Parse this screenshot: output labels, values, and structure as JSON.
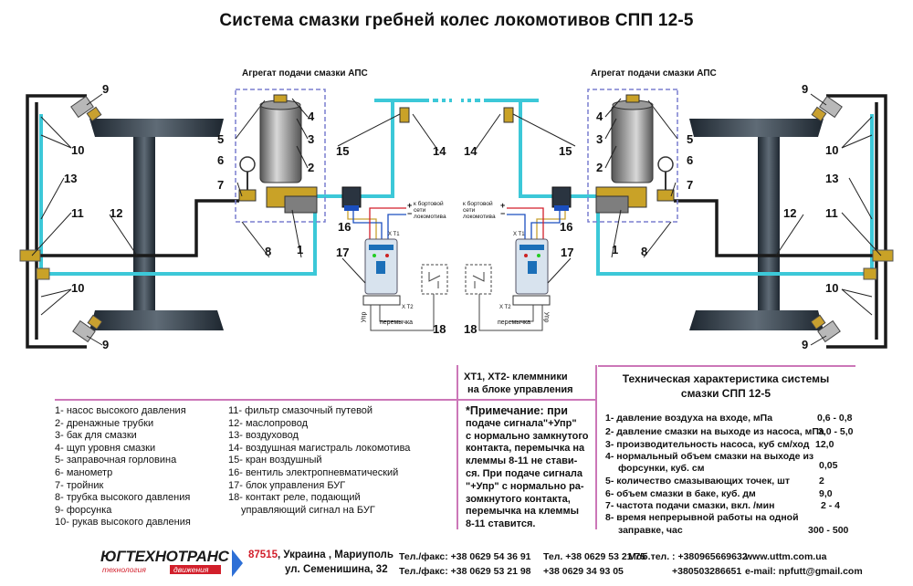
{
  "title": "Система смазки гребней колес локомотивов СПП 12-5",
  "aps_label_left": "Агрегат подачи смазки АПС",
  "aps_label_right": "Агрегат подачи смазки АПС",
  "board_label_left": "к бортовой сети локомотива",
  "board_label_right": "к бортовой сети локомотива",
  "plus": "+",
  "minus": "−",
  "xt1": "X T1",
  "xt2": "X T2",
  "jumper": "перемычка",
  "upr": "Упр",
  "callouts_left": {
    "n1": "1",
    "n2": "2",
    "n3": "3",
    "n4": "4",
    "n5": "5",
    "n6": "6",
    "n7": "7",
    "n8": "8",
    "n9a": "9",
    "n9b": "9",
    "n10a": "10",
    "n10b": "10",
    "n11": "11",
    "n12": "12",
    "n13": "13",
    "n14": "14",
    "n15": "15",
    "n16": "16",
    "n17": "17",
    "n18": "18"
  },
  "callouts_right": {
    "n1": "1",
    "n2": "2",
    "n3": "3",
    "n4": "4",
    "n5": "5",
    "n6": "6",
    "n7": "7",
    "n8": "8",
    "n9a": "9",
    "n9b": "9",
    "n10a": "10",
    "n10b": "10",
    "n11": "11",
    "n12": "12",
    "n13": "13",
    "n14": "14",
    "n15": "15",
    "n16": "16",
    "n17": "17",
    "n18": "18"
  },
  "legend_col1": [
    "1- насос высокого давления",
    "2- дренажные трубки",
    "3- бак для смазки",
    "4- щуп уровня смазки",
    "5- заправочная горловина",
    "6- манометр",
    "7- тройник",
    "8- трубка высокого давления",
    "9- форсунка",
    "10- рукав высокого давления"
  ],
  "legend_col2": [
    "11- фильтр смазочный путевой",
    "12- маслопровод",
    "13- воздуховод",
    "14- воздушная магистраль локомотива",
    "15- кран воздушный",
    "16- вентиль электропневматический",
    "17- блок управления БУГ",
    "18- контакт реле, подающий",
    "управляющий сигнал на БУГ"
  ],
  "xt_note": [
    "ХТ1, ХТ2- клеммники",
    "на блоке управления"
  ],
  "note_lines": [
    "*Примечание: при",
    "подаче сигнала\"+Упр\"",
    "с нормально замкнутого",
    "контакта, перемычка на",
    "клеммы 8-11 не стави-",
    "ся. При подаче сигнала",
    "\"+Упр\" с нормально ра-",
    "зомкнутого контакта,",
    "перемычка на клеммы",
    "8-11 ставится."
  ],
  "spec_title": [
    "Техническая характеристика системы",
    "смазки СПП 12-5"
  ],
  "specs": [
    {
      "label": "1- давление воздуха на входе, мПа",
      "value": "0,6 - 0,8"
    },
    {
      "label": "2- давление смазки на выходе из насоса, мПа",
      "value": "3,0 - 5,0"
    },
    {
      "label": "3- производительность насоса, куб см/ход",
      "value": "12,0"
    },
    {
      "label": "4- нормальный объем смазки на выходе из",
      "value": ""
    },
    {
      "label": "форсунки, куб. см",
      "value": "0,05"
    },
    {
      "label": "5- количество смазывающих точек, шт",
      "value": "2"
    },
    {
      "label": "6- объем смазки в баке, куб. дм",
      "value": "9,0"
    },
    {
      "label": "7- частота подачи смазки, вкл. /мин",
      "value": "2 - 4"
    },
    {
      "label": "8- время непрерывной работы на одной",
      "value": ""
    },
    {
      "label": "заправке, час",
      "value": "300 - 500"
    }
  ],
  "footer": {
    "logo": "ЮГТЕХНОТРАНС",
    "logo_sub1": "технология",
    "logo_sub2": "движения",
    "zip": "87515",
    "addr1": ", Украина , Мариуполь",
    "addr2": "ул. Семенишина, 32",
    "tel1": "Тел./факс: +38 0629 54 36 91",
    "tel2": "Тел./факс: +38 0629 53 21 98",
    "tel3": "Тел.   +38 0629 53 21 75",
    "tel4": "+38 0629 34 93 05",
    "mob1": "Моб.тел. : +380965669632",
    "mob2": "+380503286651",
    "web": "www.uttm.com.ua",
    "email": "e-mail: npfutt@gmail.com"
  },
  "colors": {
    "air": "#3cc8d8",
    "oil": "#1a1a1a",
    "pink": "#cc77b8",
    "frame": "#7a7fcf",
    "zip": "#d21f2b"
  }
}
